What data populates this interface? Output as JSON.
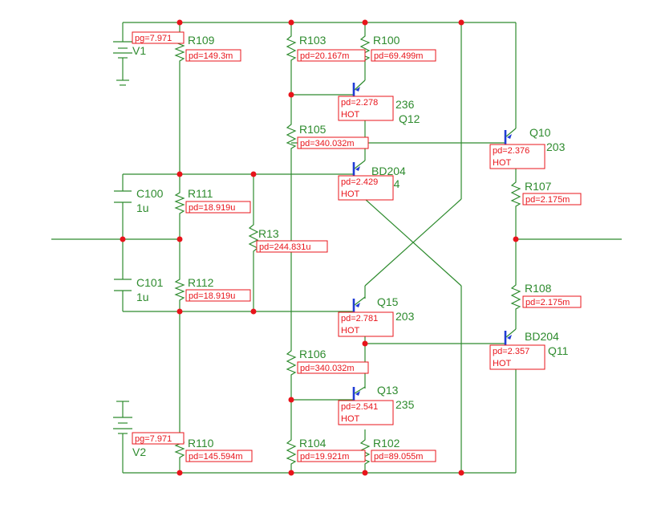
{
  "components": {
    "V1": "V1",
    "V2": "V2",
    "R109": "R109",
    "R110": "R110",
    "R111": "R111",
    "R112": "R112",
    "R13": "R13",
    "R103": "R103",
    "R104": "R104",
    "R105": "R105",
    "R106": "R106",
    "R100": "R100",
    "R102": "R102",
    "R107": "R107",
    "R108": "R108",
    "C100": "C100",
    "C100_val": "1u",
    "C101": "C101",
    "C101_val": "1u",
    "Q12": "Q12",
    "Q12_num": "236",
    "Q14": "Q14",
    "Q14_part": "BD204",
    "Q15": "Q15",
    "Q15_num": "203",
    "Q13": "Q13",
    "Q13_num": "235",
    "Q10": "Q10",
    "Q10_num": "203",
    "Q11": "Q11",
    "Q11_part": "BD204"
  },
  "readouts": {
    "V1_pg": "pg=7.971",
    "V2_pg": "pg=7.971",
    "R109_pd": "pd=149.3m",
    "R110_pd": "pd=145.594m",
    "R111_pd": "pd=18.919u",
    "R112_pd": "pd=18.919u",
    "R13_pd": "pd=244.831u",
    "R103_pd": "pd=20.167m",
    "R104_pd": "pd=19.921m",
    "R105_pd": "pd=340.032m",
    "R106_pd": "pd=340.032m",
    "R100_pd": "pd=69.499m",
    "R102_pd": "pd=89.055m",
    "R107_pd": "pd=2.175m",
    "R108_pd": "pd=2.175m",
    "Q12_pd": "pd=2.278",
    "Q12_hot": "HOT",
    "Q14_pd": "pd=2.429",
    "Q14_hot": "HOT",
    "Q15_pd": "pd=2.781",
    "Q15_hot": "HOT",
    "Q13_pd": "pd=2.541",
    "Q13_hot": "HOT",
    "Q10_pd": "pd=2.376",
    "Q10_hot": "HOT",
    "Q11_pd": "pd=2.357",
    "Q11_hot": "HOT"
  },
  "colors": {
    "wire": "#2e8b2e",
    "transistor": "#1f3bd6",
    "node": "#e8141b",
    "readout": "#e8141b"
  }
}
